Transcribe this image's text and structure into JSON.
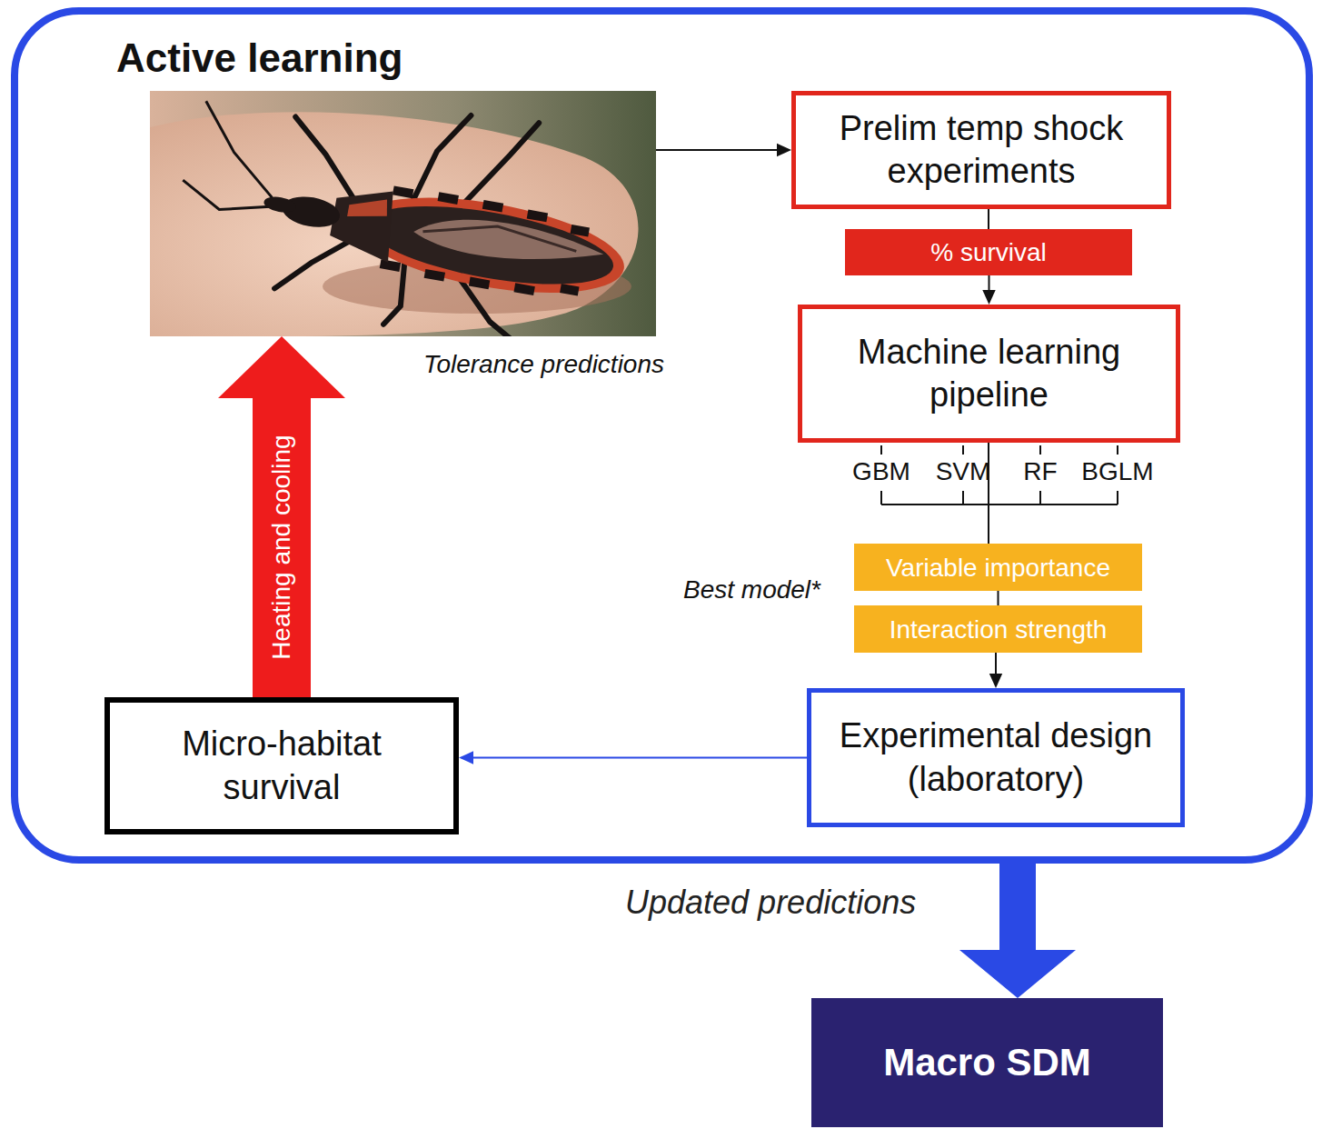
{
  "diagram": {
    "nodes": [
      {
        "text": [
          "Active learning"
        ]
      },
      {
        "text": [
          "Tolerance predictions"
        ],
        "in": 0
      },
      {
        "text": [
          "Prelim temp shock experiments"
        ],
        "in": 0
      },
      {
        "text": [
          "% survival"
        ],
        "in": 0
      },
      {
        "text": [
          "Machine learning pipeline"
        ],
        "in": 0
      },
      {
        "text": [
          "Variable importance"
        ],
        "in": 0
      },
      {
        "text": [
          "Interaction strength"
        ],
        "in": 0
      },
      {
        "text": [
          "Experimental design (laboratory)"
        ],
        "in": 0
      },
      {
        "text": [
          "Micro-habitat survival"
        ],
        "in": 0
      },
      {
        "text": [
          "Macro SDM"
        ]
      }
    ],
    "edges": [
      {
        "from": 1,
        "to": 2,
        "arrow": "to"
      },
      {
        "from": 2,
        "to": 3,
        "arrow": "none"
      },
      {
        "from": 3,
        "to": 4,
        "arrow": "to"
      },
      {
        "from": 4,
        "to": 5,
        "arrow": "none"
      },
      {
        "from": 5,
        "to": 6,
        "arrow": "none"
      },
      {
        "from": 6,
        "to": 7,
        "arrow": "to"
      },
      {
        "from": 7,
        "to": 8,
        "arrow": "to"
      },
      {
        "from": 8,
        "to": 1,
        "label": "Heating and cooling",
        "arrow": "to"
      },
      {
        "from": 0,
        "to": 9,
        "label": "Updated predictions",
        "arrow": "to"
      }
    ],
    "labels": [
      "GBM",
      "SVM",
      "RF",
      "BGLM",
      "Best model*"
    ]
  }
}
